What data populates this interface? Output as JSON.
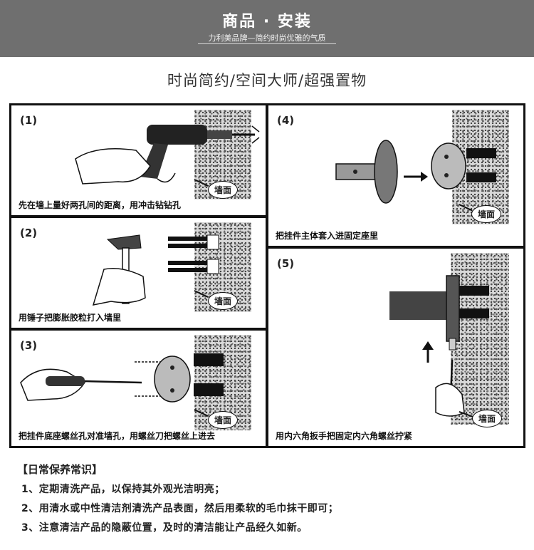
{
  "header": {
    "title": "商品 · 安装",
    "subtitle": "力利美品牌—简约时尚优雅的气质"
  },
  "slogan": "时尚简约/空间大师/超强置物",
  "wall_label": "墙面",
  "steps": [
    {
      "number": "(1)",
      "caption": "先在墙上量好两孔间的距离，用冲击钻钻孔"
    },
    {
      "number": "(2)",
      "caption": "用锤子把膨胀胶粒打入墙里"
    },
    {
      "number": "(3)",
      "caption": "把挂件底座螺丝孔对准墙孔，用螺丝刀把螺丝上进去"
    },
    {
      "number": "(4)",
      "caption": "把挂件主体套入进固定座里"
    },
    {
      "number": "(5)",
      "caption": "用内六角扳手把固定内六角螺丝拧紧"
    }
  ],
  "care": {
    "title": "【日常保养常识】",
    "items": [
      "1、定期清洗产品，以保持其外观光洁明亮；",
      "2、用清水或中性清洁剂清洗产品表面，然后用柔软的毛巾抹干即可；",
      "3、注意清洁产品的隐蔽位置，及时的清洁能让产品经久如新。"
    ]
  },
  "colors": {
    "header_bg": "#6f6f6f",
    "border": "#111111",
    "wall": "#d9d9d9"
  }
}
